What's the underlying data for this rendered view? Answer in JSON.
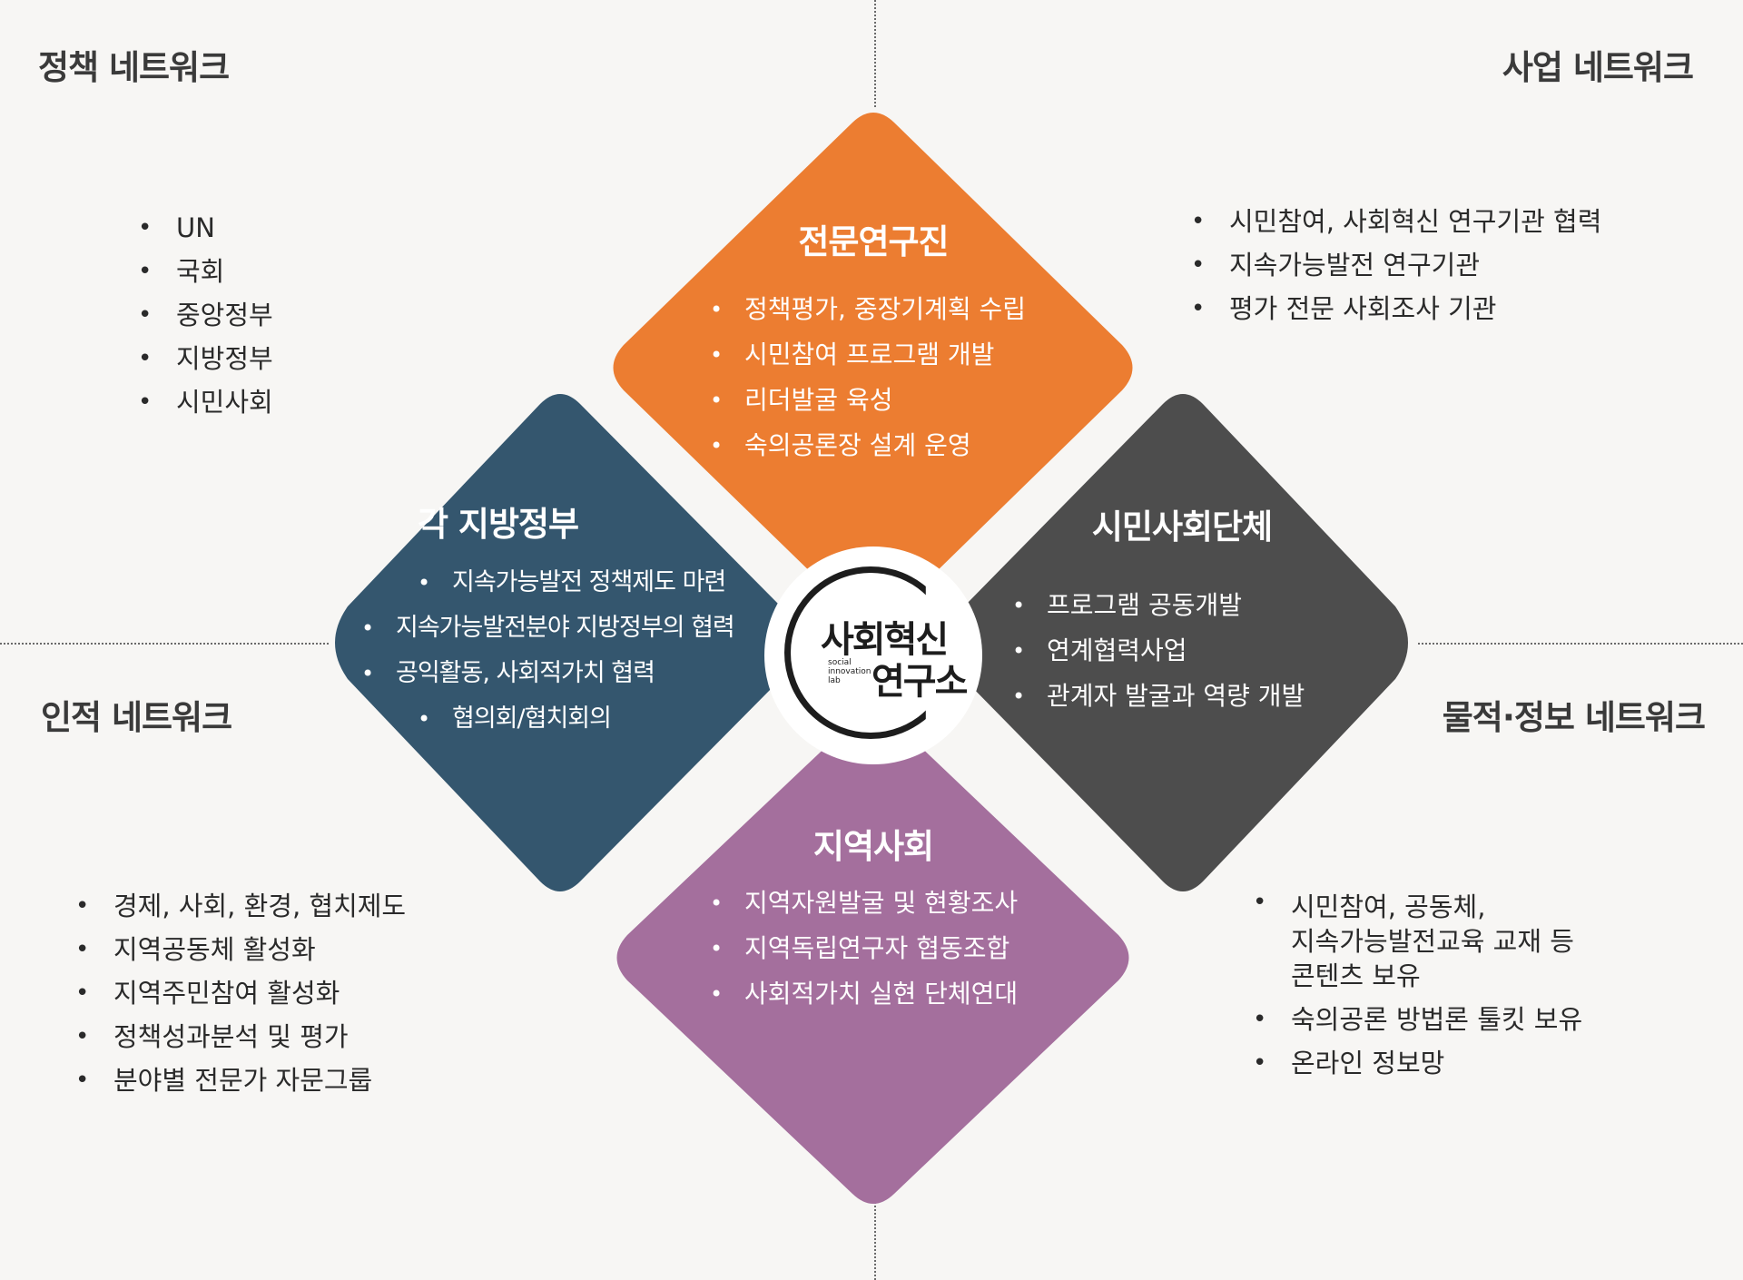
{
  "corners": {
    "policy": {
      "title": "정책 네트워크",
      "items": [
        "UN",
        "국회",
        "중앙정부",
        "지방정부",
        "시민사회"
      ]
    },
    "business": {
      "title": "사업 네트워크",
      "items": [
        "시민참여, 사회혁신 연구기관 협력",
        "지속가능발전 연구기관",
        "평가 전문 사회조사 기관"
      ]
    },
    "human": {
      "title": "인적 네트워크",
      "items": [
        "경제, 사회, 환경, 협치제도",
        "지역공동체 활성화",
        "지역주민참여 활성화",
        "정책성과분석 및 평가",
        "분야별 전문가 자문그룹"
      ]
    },
    "material": {
      "title": "물적·정보 네트워크",
      "items": [
        "시민참여, 공동체,\n지속가능발전교육 교재 등\n콘텐츠 보유",
        "숙의공론 방법론 툴킷 보유",
        "온라인 정보망"
      ]
    }
  },
  "diamonds": {
    "top": {
      "title": "전문연구진",
      "color": "#ec7d31",
      "items": [
        "정책평가, 중장기계획 수립",
        "시민참여 프로그램 개발",
        "리더발굴 육성",
        "숙의공론장 설계 운영"
      ]
    },
    "left": {
      "title": "각 지방정부",
      "color": "#34566e",
      "items": [
        "지속가능발전 정책제도 마련",
        "지속가능발전분야 지방정부의 협력",
        "공익활동, 사회적가치 협력",
        "협의회/협치회의"
      ]
    },
    "right": {
      "title": "시민사회단체",
      "color": "#4d4d4d",
      "items": [
        "프로그램 공동개발",
        "연계협력사업",
        "관계자 발굴과 역량 개발"
      ]
    },
    "bottom": {
      "title": "지역사회",
      "color": "#a46f9d",
      "items": [
        "지역자원발굴 및 현황조사",
        "지역독립연구자 협동조합",
        "사회적가치 실현 단체연대"
      ]
    }
  },
  "logo": {
    "line1": "사회혁신",
    "line2": "연구소",
    "small": "social\ninnovation\nlab"
  }
}
